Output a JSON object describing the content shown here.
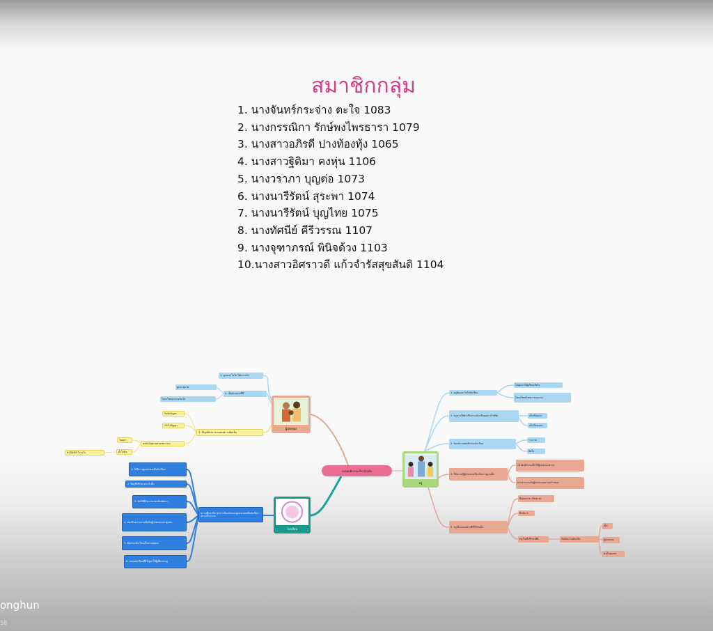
{
  "slide": {
    "title": "สมาชิกกลุ่ม",
    "members": [
      "1. นางจันทร์กระจ่าง ตะใจ 1083",
      "2. นางกรรณิกา รักษ์พงไพรธารา 1079",
      "3. นางสาวอภิรดี ปางท้องทุ้ง 1065",
      "4. นางสาวฐิติมา คงหุ่น 1106",
      "5. นางวราภา บุญต่อ 1073",
      "6. นางนารีรัตน์ สุระพา 1074",
      "7. นางนารีรัตน์ บุญไทย  1075",
      "8. นางทัศนีย์ คีรีวรรณ 1107",
      "9. นางจุฑาภรณ์ พินิจด้วง  1103",
      "10.นางสาวอิศราวดี  แก้วจำรัสสุขสันติ 1104"
    ]
  },
  "mindmap": {
    "center": "เขตพฤติกรรมเกี่ยวกับเด็ก",
    "parent": {
      "label": "ผู้ปกครอง",
      "branches": [
        "1. ดูแลเอาใจใส่ ให้ความรัก",
        "2. เป็นตัวอย่างที่ดี",
        "3. ให้ลูกมีส่วนร่วมแสดงความคิดเห็น"
      ],
      "sub": [
        "พูดจาสุภาพ",
        "ไม่ลงโทษรุนแรงเกินไป",
        "รับฟังปัญหา",
        "เข้าใจปัญหา",
        "ส่งต่อปัญหาอย่างเหมาะสม",
        "ไม่ดุด่า",
        "ตั้งใจฟัง",
        "ทำให้เด็กไว้วางใจ"
      ]
    },
    "school": {
      "label": "โรงเรียน",
      "main": "สถานศึกษามีมาตรการป้องกันและดูแลช่วยเหลือนักเรียนอย่างเป็นระบบ",
      "items": [
        "1. ให้มีการดูแลช่วยเหลือนักเรียน",
        "2. มีครูที่ปรึกษาประจำชั้น",
        "3. จัดให้มีกิจกรรมส่งเสริมพัฒนา",
        "4. ส่งเสริมความร่วมมือกับผู้ปกครองและชุมชน",
        "5. คัดกรองนักเรียนเป็นรายบุคคล",
        "6. ส่งต่อนักเรียนที่มีปัญหาให้ผู้เชี่ยวชาญ"
      ]
    },
    "teacher": {
      "label": "ครู",
      "branches": [
        "1. ครูต้องเอาใจใส่นักเรียน",
        "2. ครูควรให้คำปรึกษาแก่นักเรียนอย่างใกล้ชิด",
        "3. ต้องสังเกตพฤติกรรมนักเรียน",
        "4. ให้ความรู้ผู้ปกครองเกี่ยวกับการดูแลเด็ก",
        "5. ครูเป็นแบบอย่างที่ดีให้กับเด็ก"
      ],
      "sub": [
        "ไม่พูดจาให้ผู้เรียนเสียใจ",
        "ไม่ลงโทษด้วยความรุนแรง",
        "เด็กเรียนเก่ง",
        "เด็กเรียนอ่อน",
        "ร่างกาย",
        "จิตใจ",
        "แจ้งพฤติกรรมเด็กให้ผู้ปกครองทราบ",
        "ประสานงานกับผู้ปกครองอย่างสม่ำเสมอ",
        "มีคุณธรรม จริยธรรม",
        "มีหลัก 3",
        "ครูเป็นที่ปรึกษาที่ดี",
        "รับฟังความคิดเห็น",
        "เด็ก",
        "ผู้ปกครอง",
        "คนในชุมชน"
      ]
    }
  },
  "overlay": {
    "username": "onghun",
    "time": "58"
  },
  "colors": {
    "title": "#d63c86",
    "center": "#ec6d93"
  }
}
